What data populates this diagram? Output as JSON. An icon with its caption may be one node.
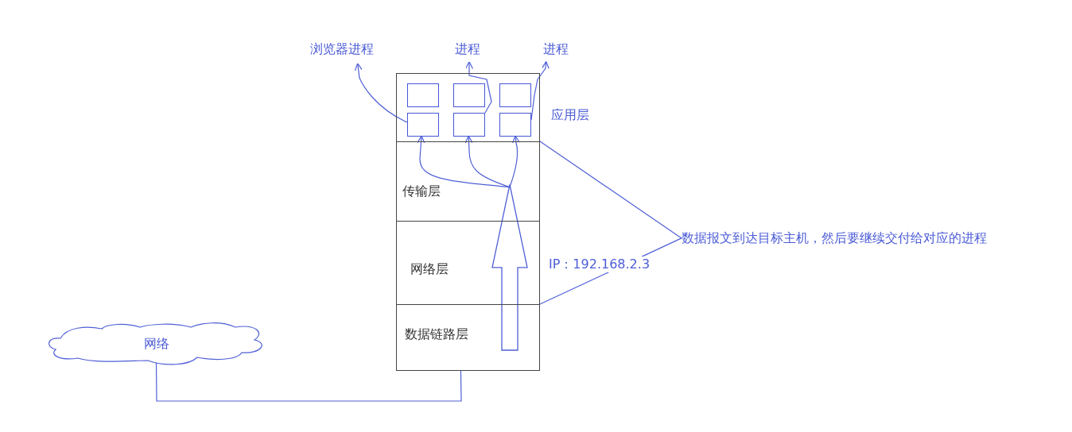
{
  "diagram": {
    "nodes": [
      {
        "text": [
          "应用层"
        ]
      },
      {
        "text": [
          "传输层"
        ]
      },
      {
        "text": [
          "网络层"
        ]
      },
      {
        "text": [
          "数据链路层"
        ]
      },
      {
        "text": [],
        "shape": "box",
        "in": 0
      },
      {
        "text": [],
        "shape": "box",
        "in": 0
      },
      {
        "text": [],
        "shape": "box",
        "in": 0
      },
      {
        "text": [],
        "shape": "box",
        "in": 0
      },
      {
        "text": [],
        "shape": "box",
        "in": 0
      },
      {
        "text": [],
        "shape": "box",
        "in": 0
      },
      {
        "text": [
          "浏览器进程"
        ]
      },
      {
        "text": [
          "进程"
        ]
      },
      {
        "text": [
          "进程"
        ]
      },
      {
        "text": [
          "网络"
        ]
      },
      {
        "text": [
          "数据报文到达目标主机，然后要继续交付给对应的进程"
        ]
      }
    ],
    "edges": [
      {
        "from": 3,
        "to": 1,
        "arrow": "to",
        "style": "thick"
      },
      {
        "from": 1,
        "to": 7,
        "arrow": "to"
      },
      {
        "from": 1,
        "to": 8,
        "arrow": "to"
      },
      {
        "from": 1,
        "to": 9,
        "arrow": "to"
      },
      {
        "from": 7,
        "to": 10,
        "arrow": "to"
      },
      {
        "from": 8,
        "to": 11,
        "arrow": "to"
      },
      {
        "from": 9,
        "to": 12,
        "arrow": "to"
      },
      {
        "from": 14,
        "to": 1,
        "arrow": "none"
      },
      {
        "from": 14,
        "to": 3,
        "arrow": "none"
      },
      {
        "from": 13,
        "to": 3,
        "arrow": "none"
      }
    ],
    "labels": [
      "IP：192.168.2.3"
    ]
  }
}
